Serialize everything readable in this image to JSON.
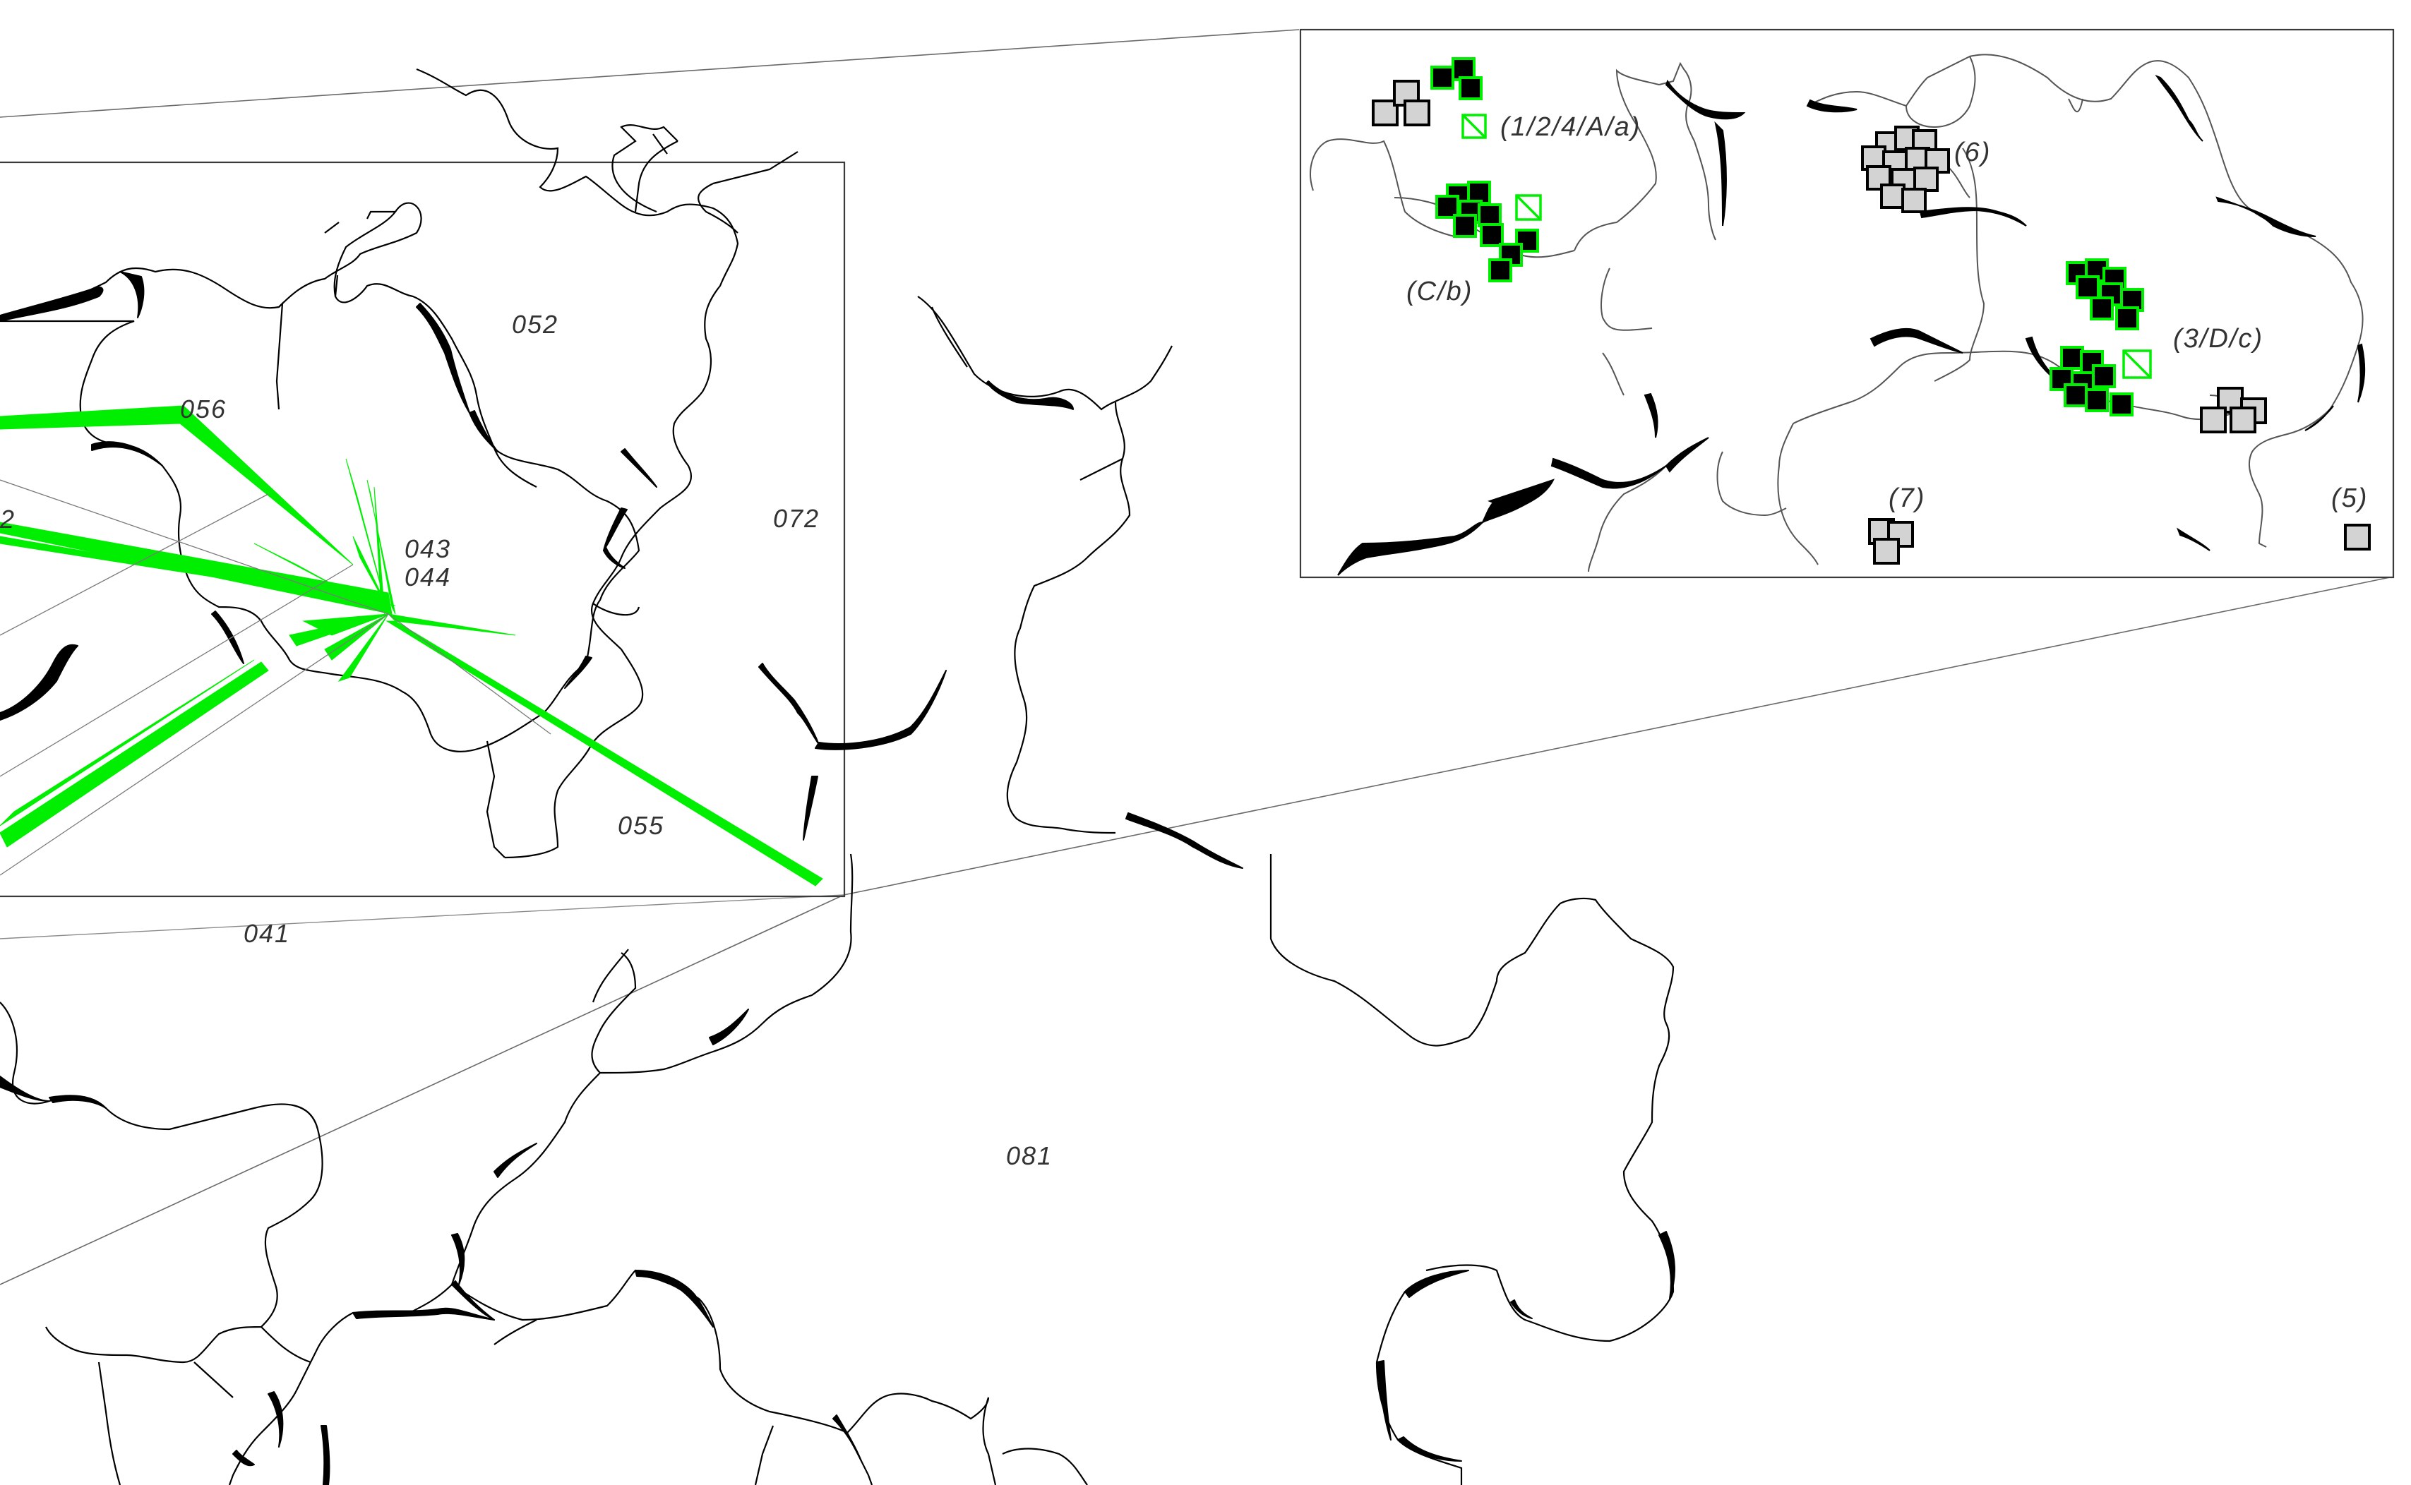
{
  "map": {
    "regions": [
      {
        "id": "052",
        "label": "052"
      },
      {
        "id": "056",
        "label": "056"
      },
      {
        "id": "043",
        "label": "043"
      },
      {
        "id": "044",
        "label": "044"
      },
      {
        "id": "072",
        "label": "072"
      },
      {
        "id": "055",
        "label": "055"
      },
      {
        "id": "041",
        "label": "041"
      },
      {
        "id": "081",
        "label": "081"
      },
      {
        "id": "partial",
        "label": "2"
      }
    ],
    "flow_color": "#00ee00",
    "coast_color": "#000000"
  },
  "inset": {
    "groups": [
      {
        "label": "(1/2/4/A/a)"
      },
      {
        "label": "(C/b)"
      },
      {
        "label": "(6)"
      },
      {
        "label": "(3/D/c)"
      },
      {
        "label": "(7)"
      },
      {
        "label": "(5)"
      }
    ],
    "marker_colors": {
      "highlight_fill": "#000000",
      "highlight_stroke": "#00ee00",
      "other_fill": "#d3d3d3",
      "other_stroke": "#000000"
    }
  }
}
